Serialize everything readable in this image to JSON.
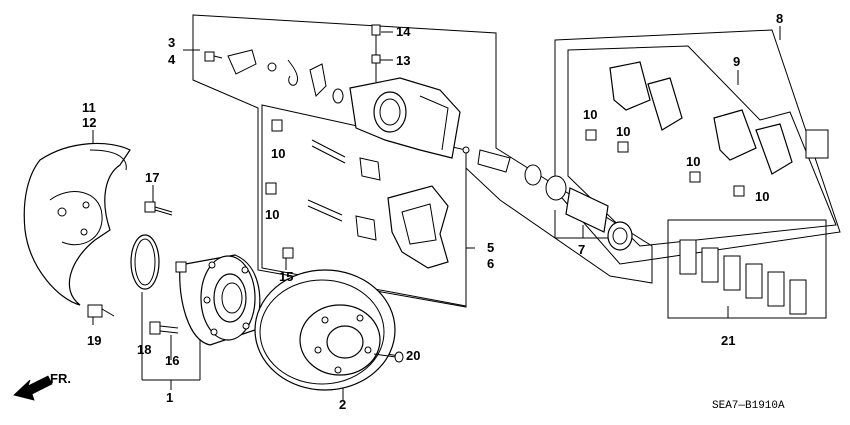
{
  "diagram": {
    "part_numbers": [
      "1",
      "2",
      "3",
      "4",
      "5",
      "6",
      "7",
      "8",
      "9",
      "10",
      "11",
      "12",
      "13",
      "14",
      "15",
      "16",
      "17",
      "18",
      "19",
      "20",
      "21"
    ],
    "callouts": {
      "n1": "1",
      "n2": "2",
      "n3": "3",
      "n4": "4",
      "n5": "5",
      "n6": "6",
      "n7": "7",
      "n8": "8",
      "n9": "9",
      "n10a": "10",
      "n10b": "10",
      "n10c": "10",
      "n10d": "10",
      "n10e": "10",
      "n10f": "10",
      "n11": "11",
      "n12": "12",
      "n13": "13",
      "n14": "14",
      "n15": "15",
      "n16": "16",
      "n17": "17",
      "n18": "18",
      "n19": "19",
      "n20": "20",
      "n21": "21"
    },
    "front_indicator": "FR.",
    "drawing_code": "SEA7—B1910A"
  }
}
